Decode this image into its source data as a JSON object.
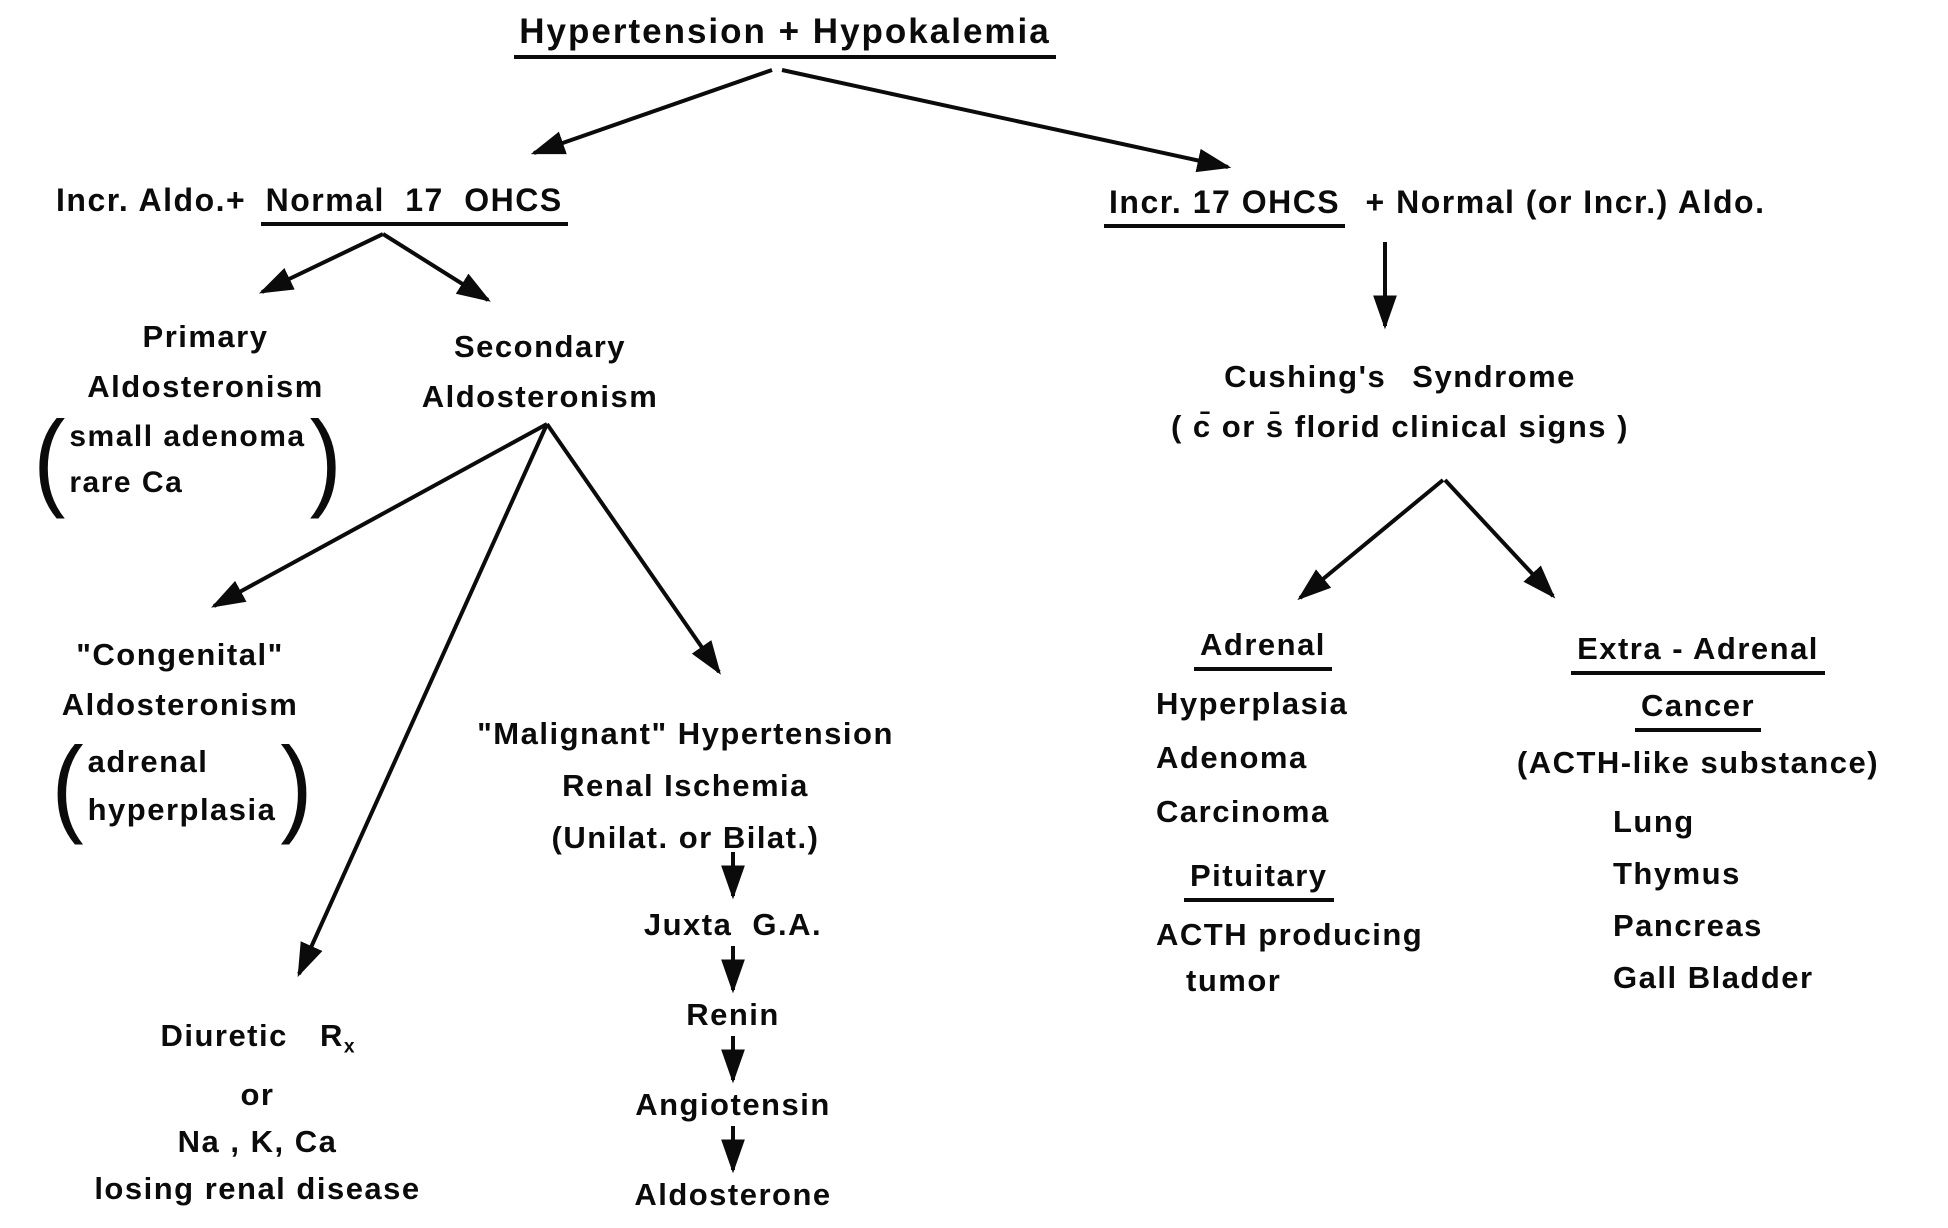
{
  "title": "Hypertension + Hypokalemia",
  "left": {
    "header_prefix": "Incr. Aldo.+",
    "header_underlined": "Normal 17 OHCS",
    "primary": {
      "line1": "Primary",
      "line2": "Aldosteronism",
      "paren_open": "(",
      "paren_close": ")",
      "paren_line1": "small adenoma",
      "paren_line2": "rare Ca"
    },
    "secondary": {
      "line1": "Secondary",
      "line2": "Aldosteronism"
    },
    "congenital": {
      "line1": "\"Congenital\"",
      "line2": "Aldosteronism",
      "paren_open": "(",
      "paren_close": ")",
      "paren_line1": "adrenal",
      "paren_line2": "hyperplasia"
    },
    "malignant": {
      "line1": "\"Malignant\" Hypertension",
      "line2": "Renal Ischemia",
      "line3": "(Unilat. or Bilat.)"
    },
    "cascade": [
      "Juxta G.A.",
      "Renin",
      "Angiotensin",
      "Aldosterone"
    ],
    "diuretic": {
      "word1": "Diuretic",
      "rx_base": "R",
      "rx_sub": "x",
      "line2": "or",
      "line3": "Na , K, Ca",
      "line4": "losing renal disease"
    }
  },
  "right": {
    "header_underlined": "Incr. 17 OHCS",
    "header_suffix": "+ Normal (or Incr.) Aldo.",
    "cushings": {
      "line1": "Cushing's Syndrome",
      "line2": "( c̄ or s̄ florid clinical signs )"
    },
    "adrenal_col": {
      "header": "Adrenal",
      "items": [
        "Hyperplasia",
        "Adenoma",
        "Carcinoma"
      ],
      "header2": "Pituitary",
      "item2_line1": "ACTH producing",
      "item2_line2": "tumor"
    },
    "extra_col": {
      "header1": "Extra - Adrenal",
      "header2": "Cancer",
      "subtitle": "(ACTH-like substance)",
      "items": [
        "Lung",
        "Thymus",
        "Pancreas",
        "Gall Bladder"
      ]
    }
  }
}
